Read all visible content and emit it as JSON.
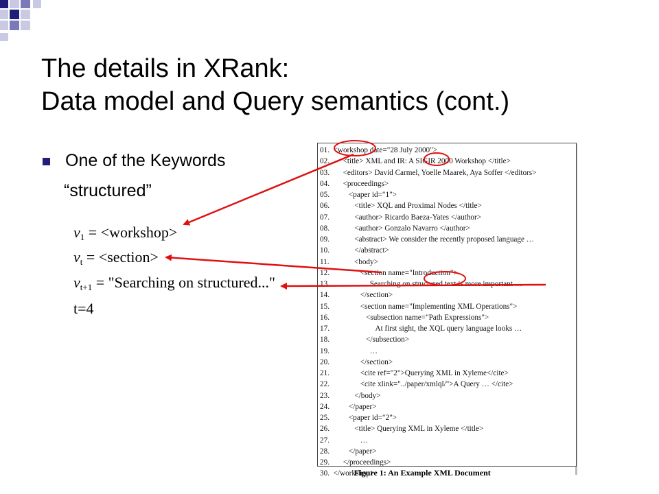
{
  "slide": {
    "title_line1": "The details in XRank:",
    "title_line2": "Data model and Query semantics (cont.)",
    "bullet": "One of the Keywords",
    "bullet_sub": "“structured”",
    "formulas": {
      "f1": {
        "var": "v",
        "sub": "1",
        "rhs": " = <workshop>"
      },
      "f2": {
        "var": "v",
        "sub": "t",
        "rhs": " = <section>"
      },
      "f3": {
        "var": "v",
        "sub": "t+1",
        "rhs": " = \"Searching on structured...\""
      },
      "f4": {
        "text": "t=4"
      }
    }
  },
  "figure": {
    "lines": [
      "01.  <workshop date=\"28 July 2000\">",
      "02.       <title> XML and IR: A SIGIR 2000 Workshop </title>",
      "03.       <editors> David Carmel, Yoelle Maarek, Aya Soffer </editors>",
      "04.       <proceedings>",
      "05.          <paper id=\"1\">",
      "06.             <title> XQL and Proximal Nodes </title>",
      "07.             <author> Ricardo Baeza-Yates </author>",
      "08.             <author> Gonzalo Navarro </author>",
      "09.             <abstract> We consider the recently proposed language …",
      "10.             </abstract>",
      "11.             <body>",
      "12.                <section name=\"Introduction\">",
      "13.                     Searching on structured text is more important …",
      "14.                </section>",
      "15.                <section name=\"Implementing XML Operations\">",
      "16.                   <subsection name=\"Path Expressions\">",
      "17.                        At first sight, the XQL query language looks …",
      "18.                   </subsection>",
      "19.                     …",
      "20.                </section>",
      "21.                <cite ref=\"2\">Querying XML in Xyleme</cite>",
      "22.                <cite xlink=\"../paper/xmlql/\">A Query … </cite>",
      "23.             </body>",
      "24.          </paper>",
      "25.          <paper id=\"2\">",
      "26.             <title> Querying XML in Xyleme </title>",
      "27.                …",
      "28.          </paper>",
      "29.       </proceedings>",
      "30.  </workshop>"
    ],
    "caption": "Figure 1: An Example XML Document"
  },
  "colors": {
    "arrow": "#e01010",
    "accent_dark": "#1f1f7a",
    "accent_mid": "#7a7ab8",
    "accent_light": "#c9c9e3"
  }
}
